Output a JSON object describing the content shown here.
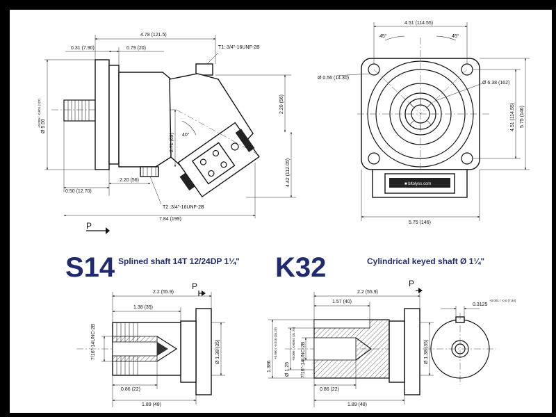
{
  "top_side": {
    "overall_length": "4.78 (121.5)",
    "flange_thk": "0.31 (7.90)",
    "flange_pilot": "0.79 (20)",
    "port_t1": "T1: 3/4\"-16UNF-2B",
    "angle": "40°",
    "dim_220_v": "2.20 (56)",
    "dim_271": "2.71 (69)",
    "dim_442": "4.42 (112.05)",
    "dia_500": "Ø 5.00",
    "dia_500_tol": "+0.000 / -0.001 (127)",
    "dim_050": "0.50 (12.70)",
    "dim_220_h": "2.20 (56)",
    "port_t2": "T2 :3/4\"-16UNF-2B",
    "dim_784": "7.84 (199)",
    "p_mark": "P"
  },
  "top_front": {
    "dim_451_top": "4.51 (114.55)",
    "angle_left": "45°",
    "angle_right": "45°",
    "dia_056": "Ø 0.56 (14.30)",
    "dia_638": "Ø 6.38 (162)",
    "dim_451_side": "4.51 (114.55)",
    "dim_575_side": "5.75 (146)",
    "dim_575_bottom": "5.75 (146)",
    "nameplate": "■ bltolyss.com"
  },
  "s14": {
    "code": "S14",
    "description": "Splined shaft 14T 12/24DP 1¼\"",
    "dim_22": "2.2 (55.9)",
    "dim_138": "1.38 (35)",
    "thread": "7/16\"-14UNC-2B",
    "dia_138": "Ø 1.38 (35)",
    "dim_086": "0.86 (22)",
    "dim_189": "1.89 (48)",
    "p_mark": "P"
  },
  "k32": {
    "code": "K32",
    "description": "Cylindrical keyed shaft Ø 1¼\"",
    "dim_22": "2.2 (55.9)",
    "dim_157": "1.57 (40)",
    "dim_1386": "1.386",
    "dim_1386_tol": "+0.000 / -0.010 (35.20)",
    "dia_125": "Ø 1.25",
    "dia_125_tol": "+0.000 / -0.0002 (31.75)",
    "thread": "7/16\"-14UNC-2B",
    "dia_138": "Ø 1.38 (35)",
    "dim_086": "0.86 (22)",
    "dim_189": "1.89 (48)",
    "key": "0.3125",
    "key_tol": "+0.001 / -0.0 (7.94)",
    "p_mark": "P"
  }
}
